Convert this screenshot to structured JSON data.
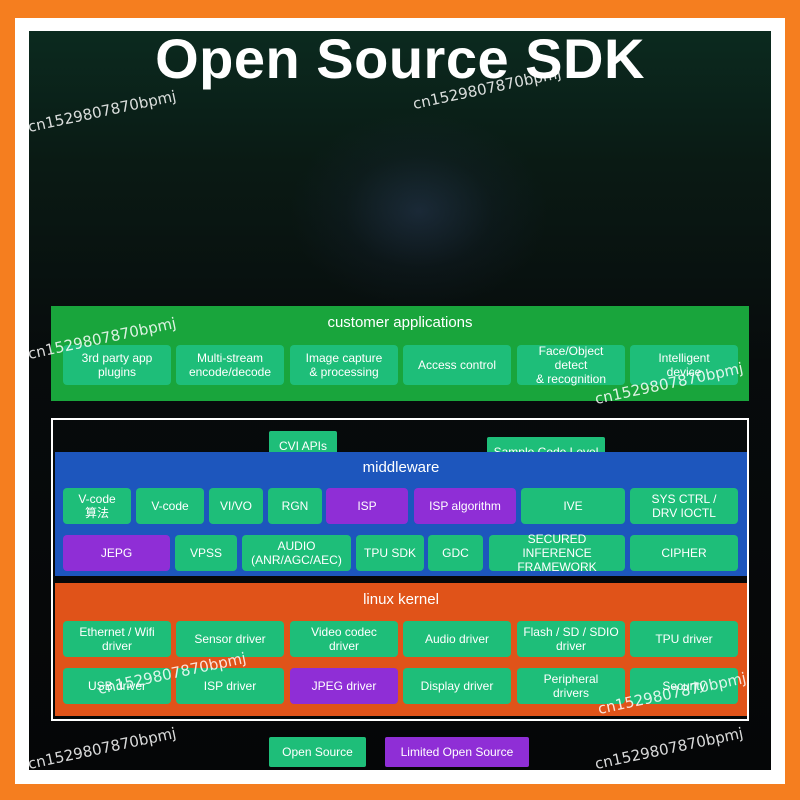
{
  "title": "Open Source SDK",
  "watermark": "cn1529807870bpmj",
  "apps": {
    "title": "customer applications",
    "items": [
      "3rd party app\nplugins",
      "Multi-stream\nencode/decode",
      "Image capture\n& processing",
      "Access control",
      "Face/Object\ndetect\n& recognition",
      "Intelligent\ndevice"
    ]
  },
  "middleware": {
    "cvi_apis": "CVI APIs",
    "sample_code": "Sample Code Level",
    "title": "middleware",
    "row1": [
      "V-code\n算法",
      "V-code",
      "VI/VO",
      "RGN",
      "ISP",
      "ISP algorithm",
      "IVE",
      "SYS CTRL /\nDRV IOCTL"
    ],
    "row2": [
      "JEPG",
      "VPSS",
      "AUDIO\n(ANR/AGC/AEC)",
      "TPU SDK",
      "GDC",
      "SECURED INFERENCE\nFRAMEWORK",
      "CIPHER"
    ]
  },
  "kernel": {
    "title": "linux kernel",
    "row1": [
      "Ethernet / Wifi\ndriver",
      "Sensor driver",
      "Video codec\ndriver",
      "Audio driver",
      "Flash / SD / SDIO\ndriver",
      "TPU driver"
    ],
    "row2": [
      "USB driver",
      "ISP driver",
      "JPEG driver",
      "Display driver",
      "Peripheral\ndrivers",
      "Security"
    ]
  },
  "legend": {
    "open_source": "Open Source",
    "limited_open_source": "Limited Open Source"
  },
  "colors": {
    "open_source": "#1ebe79",
    "limited_open_source": "#8f2ed6",
    "apps_panel": "#19a53c",
    "middleware_panel": "#1d56bd",
    "kernel_panel": "#e05319",
    "border": "#f57e1f"
  }
}
